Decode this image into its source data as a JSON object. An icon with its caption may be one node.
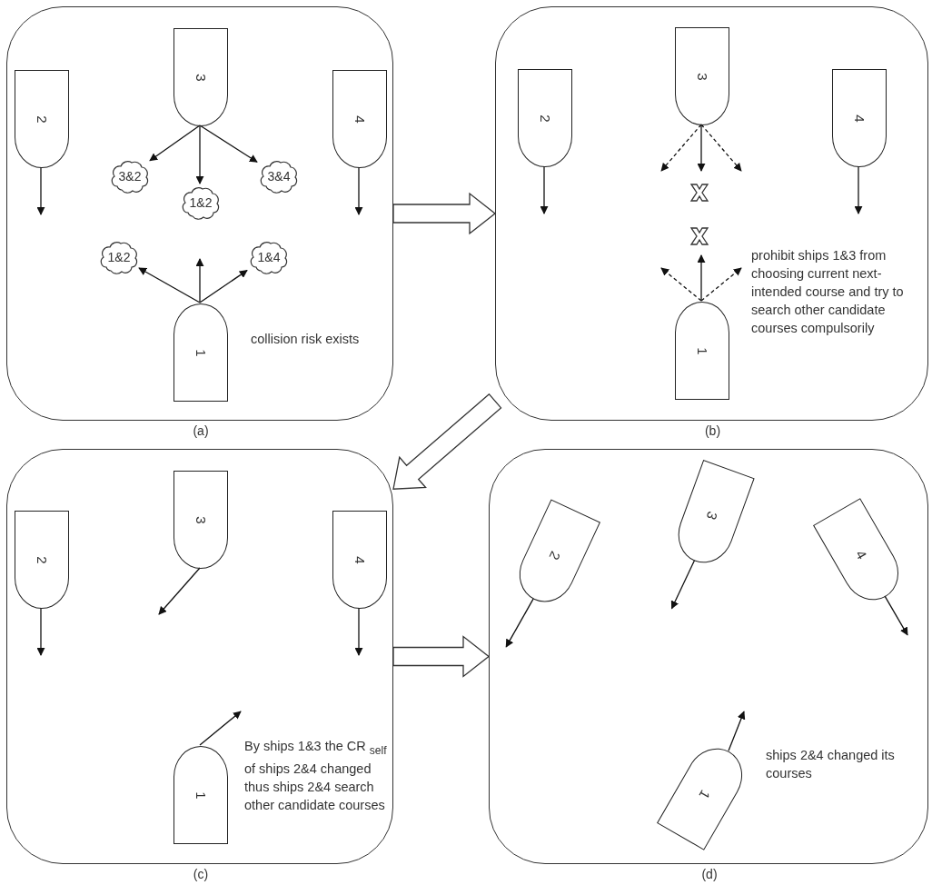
{
  "diagram": {
    "nodes": [
      {
        "text": [
          "collision risk exists"
        ],
        "beside": [
          "(a)"
        ]
      },
      {
        "text": [
          "3"
        ],
        "in": 0
      },
      {
        "text": [
          "2"
        ],
        "in": 0
      },
      {
        "text": [
          "4"
        ],
        "in": 0
      },
      {
        "text": [
          "3&2"
        ],
        "in": 0
      },
      {
        "text": [
          "3&4"
        ],
        "in": 0
      },
      {
        "text": [
          "1&2"
        ],
        "in": 0
      },
      {
        "text": [
          "1&2"
        ],
        "in": 0
      },
      {
        "text": [
          "1&4"
        ],
        "in": 0
      },
      {
        "text": [
          "1"
        ],
        "in": 0
      },
      {
        "text": [
          "prohibit ships 1&3 from choosing current next-intended course and try to search other candidate courses compulsorily"
        ],
        "beside": [
          "(b)"
        ]
      },
      {
        "text": [
          "3"
        ],
        "in": 10
      },
      {
        "text": [
          "2"
        ],
        "in": 10
      },
      {
        "text": [
          "4"
        ],
        "in": 10
      },
      {
        "text": [
          "1"
        ],
        "in": 10
      },
      {
        "text": [
          "By ships 1&3 the CR $_{self}$ of ships 2&4 changed thus ships 2&4 search other candidate courses"
        ],
        "beside": [
          "(c)"
        ]
      },
      {
        "text": [
          "3"
        ],
        "in": 15
      },
      {
        "text": [
          "2"
        ],
        "in": 15
      },
      {
        "text": [
          "4"
        ],
        "in": 15
      },
      {
        "text": [
          "1"
        ],
        "in": 15
      },
      {
        "text": [
          "ships 2&4 changed its courses"
        ],
        "beside": [
          "(d)"
        ]
      },
      {
        "text": [
          "3"
        ],
        "in": 20
      },
      {
        "text": [
          "2"
        ],
        "in": 20
      },
      {
        "text": [
          "4"
        ],
        "in": 20
      },
      {
        "text": [
          "1"
        ],
        "in": 20
      }
    ],
    "edges": [
      {
        "from": 1,
        "to": 4,
        "arrow": "to"
      },
      {
        "from": 1,
        "to": 6,
        "arrow": "to"
      },
      {
        "from": 1,
        "to": 5,
        "arrow": "to"
      },
      {
        "from": 2,
        "to": null,
        "arrow": "to"
      },
      {
        "from": 3,
        "to": null,
        "arrow": "to"
      },
      {
        "from": 9,
        "to": 7,
        "arrow": "to"
      },
      {
        "from": 9,
        "to": null,
        "arrow": "to"
      },
      {
        "from": 9,
        "to": 8,
        "arrow": "to"
      },
      {
        "from": 11,
        "to": null,
        "arrow": "to",
        "style": "dashed"
      },
      {
        "from": 11,
        "to": null,
        "arrow": "to"
      },
      {
        "from": 11,
        "to": null,
        "arrow": "to",
        "style": "dashed"
      },
      {
        "from": 12,
        "to": null,
        "arrow": "to"
      },
      {
        "from": 13,
        "to": null,
        "arrow": "to"
      },
      {
        "from": 14,
        "to": null,
        "arrow": "to",
        "style": "dashed"
      },
      {
        "from": 14,
        "to": null,
        "arrow": "to"
      },
      {
        "from": 14,
        "to": null,
        "arrow": "to",
        "style": "dashed"
      },
      {
        "from": 16,
        "to": null,
        "arrow": "to"
      },
      {
        "from": 17,
        "to": null,
        "arrow": "to"
      },
      {
        "from": 18,
        "to": null,
        "arrow": "to"
      },
      {
        "from": 19,
        "to": null,
        "arrow": "to"
      },
      {
        "from": 21,
        "to": null,
        "arrow": "to"
      },
      {
        "from": 22,
        "to": null,
        "arrow": "to"
      },
      {
        "from": 23,
        "to": null,
        "arrow": "to"
      },
      {
        "from": 24,
        "to": null,
        "arrow": "to"
      },
      {
        "from": 0,
        "to": 10,
        "arrow": "to"
      },
      {
        "from": 10,
        "to": 15,
        "arrow": "to"
      },
      {
        "from": 15,
        "to": 20,
        "arrow": "to"
      }
    ]
  }
}
